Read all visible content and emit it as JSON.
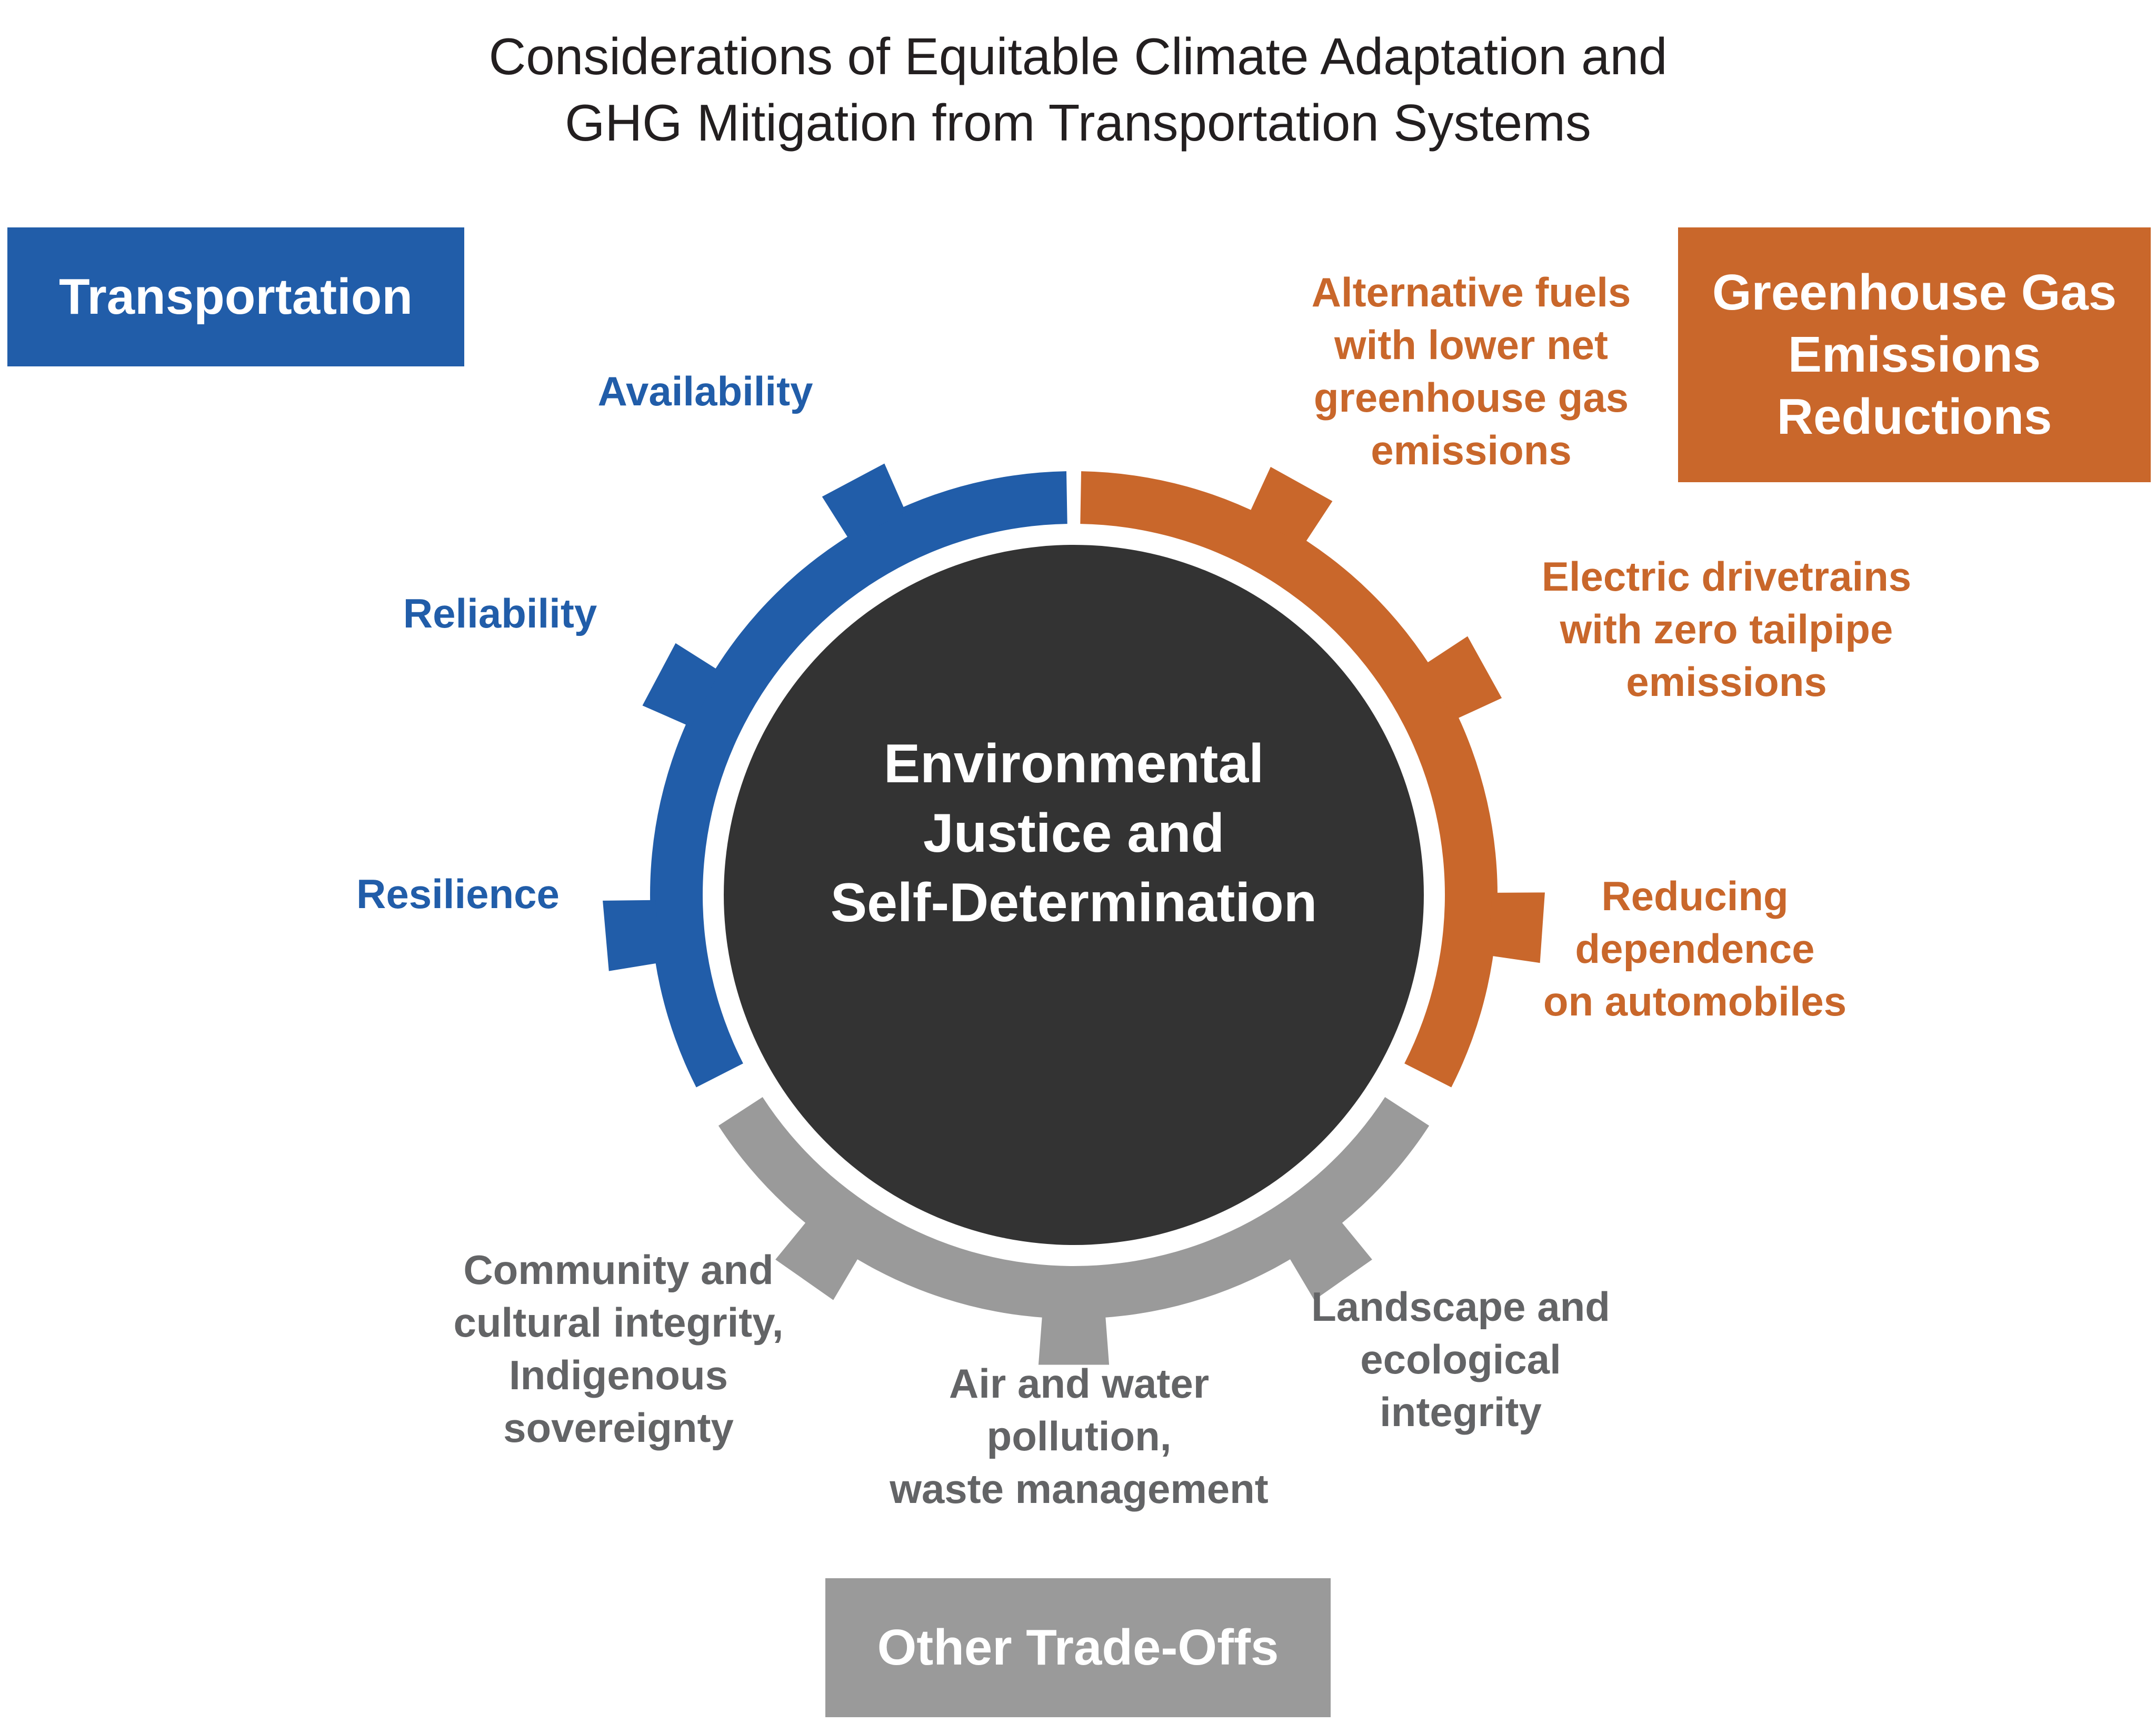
{
  "title": {
    "line1": "Considerations of Equitable Climate Adaptation and",
    "line2": "GHG Mitigation from Transportation Systems"
  },
  "center": {
    "line1": "Environmental",
    "line2": "Justice and",
    "line3": "Self-Determination"
  },
  "categories": {
    "transportation": "Transportation",
    "ghg": {
      "line1": "Greenhouse Gas",
      "line2": "Emissions",
      "line3": "Reductions"
    },
    "other": "Other Trade-Offs"
  },
  "transportation_items": {
    "availability": "Availability",
    "reliability": "Reliability",
    "resilience": "Resilience"
  },
  "ghg_items": {
    "alt_fuels": [
      "Alternative fuels",
      "with lower net",
      "greenhouse gas",
      "emissions"
    ],
    "electric": [
      "Electric drivetrains",
      "with zero tailpipe",
      "emissions"
    ],
    "reducing": [
      "Reducing",
      "dependence",
      "on automobiles"
    ]
  },
  "other_items": {
    "community": [
      "Community and",
      "cultural integrity,",
      "Indigenous",
      "sovereignty"
    ],
    "pollution": [
      "Air and water",
      "pollution,",
      "waste management"
    ],
    "landscape": [
      "Landscape and",
      "ecological",
      "integrity"
    ]
  },
  "colors": {
    "transportation": "#215da9",
    "ghg": "#c9672b",
    "other": "#9a9a9a",
    "center": "#333333"
  }
}
